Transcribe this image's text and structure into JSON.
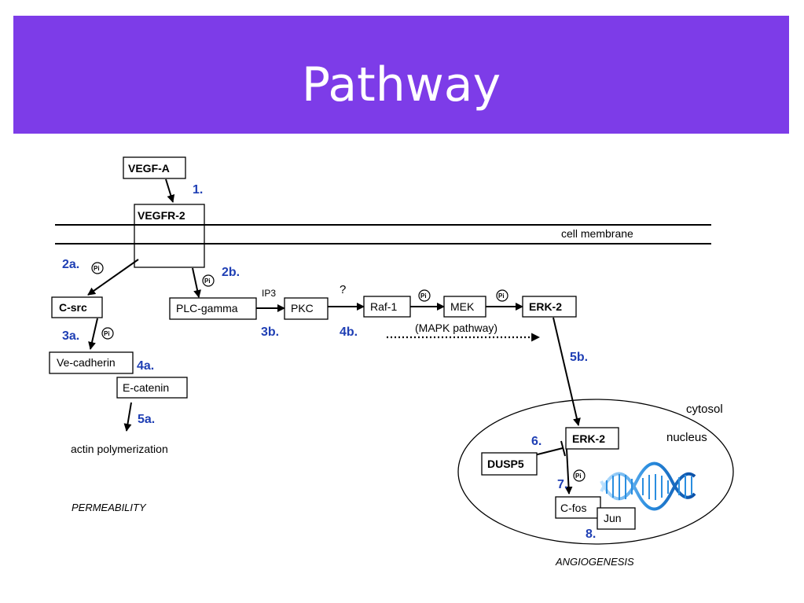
{
  "slide": {
    "title": "Pathway"
  },
  "diagram": {
    "molecules": {
      "vegfa": "VEGF-A",
      "vegfr2": "VEGFR-2",
      "csrc": "C-src",
      "plc": "PLC-gamma",
      "pkc": "PKC",
      "raf": "Raf-1",
      "mek": "MEK",
      "erk_cyto": "ERK-2",
      "erk_nuc": "ERK-2",
      "vecad": "Ve-cadherin",
      "ecat": "E-catenin",
      "dusp5": "DUSP5",
      "cfos": "C-fos",
      "jun": "Jun"
    },
    "steps": [
      "1.",
      "2a.",
      "2b.",
      "3a.",
      "3b.",
      "4a.",
      "4b.",
      "5a.",
      "5b.",
      "6.",
      "7.",
      "8."
    ],
    "phospho_label": "Pi",
    "labels": {
      "cell_membrane": "cell membrane",
      "ip3": "IP3",
      "question": "?",
      "mapk": "(MAPK pathway)",
      "cytosol": "cytosol",
      "nucleus": "nucleus",
      "actin": "actin polymerization",
      "permeability": "PERMEABILITY",
      "angiogenesis": "ANGIOGENESIS"
    },
    "colors": {
      "banner": "#7d3ce8",
      "step_numbers": "#1f3fb4",
      "dna": "#2a8ee0"
    },
    "icons": [
      "dna-helix-icon",
      "phosphate-icon"
    ]
  }
}
